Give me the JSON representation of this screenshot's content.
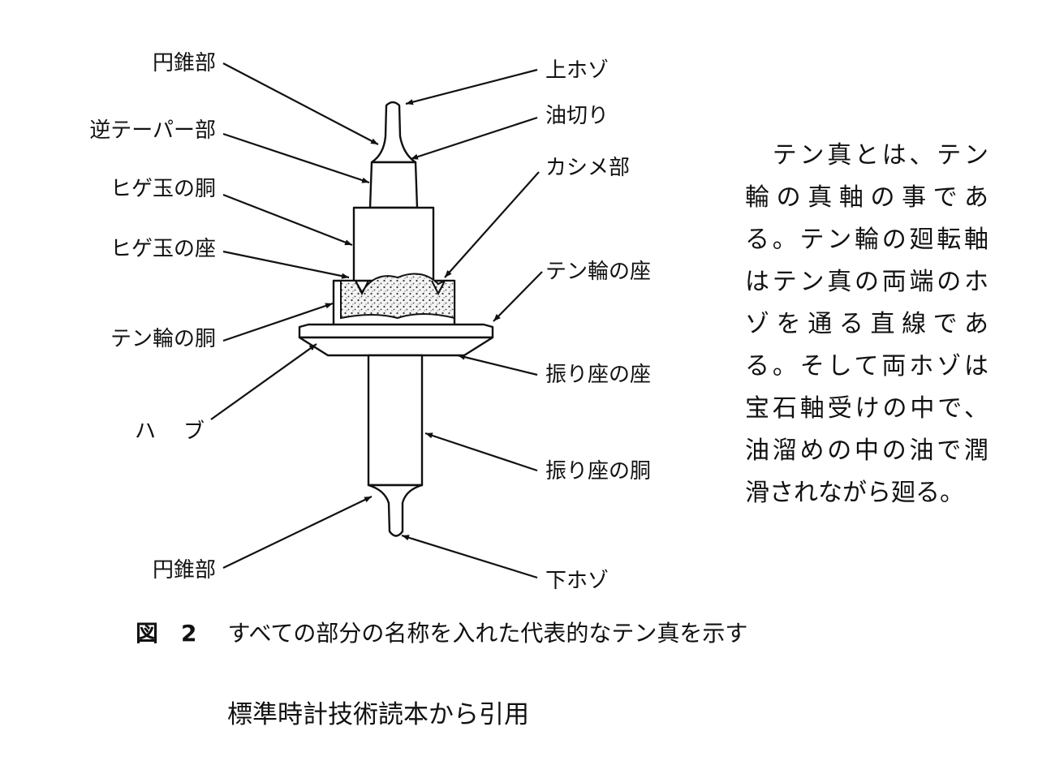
{
  "labels": {
    "left": {
      "cone_top": "円錐部",
      "reverse_taper": "逆テーパー部",
      "hairspring_collet_body": "ヒゲ玉の胴",
      "hairspring_collet_seat": "ヒゲ玉の座",
      "balance_wheel_body": "テン輪の胴",
      "hub": "ハ　ブ",
      "cone_bottom": "円錐部"
    },
    "right": {
      "upper_pivot": "上ホゾ",
      "oil_cutter": "油切り",
      "caulking": "カシメ部",
      "balance_wheel_seat": "テン輪の座",
      "roller_seat": "振り座の座",
      "roller_body": "振り座の胴",
      "lower_pivot": "下ホゾ"
    }
  },
  "description": {
    "lines": [
      "　テン真とは、テン",
      "輪の真軸の事であ",
      "る。テン輪の廻転軸",
      "はテン真の両端のホ",
      "ゾを通る直線であ",
      "る。そして両ホゾは",
      "宝石軸受けの中で、",
      "油溜めの中の油で潤",
      "滑されながら廻る。"
    ]
  },
  "caption": {
    "figure_number": "図　2",
    "text": "すべての部分の名称を入れた代表的なテン真を示す"
  },
  "source": "標準時計技術読本から引用",
  "colors": {
    "ink": "#111111",
    "background": "#ffffff"
  }
}
